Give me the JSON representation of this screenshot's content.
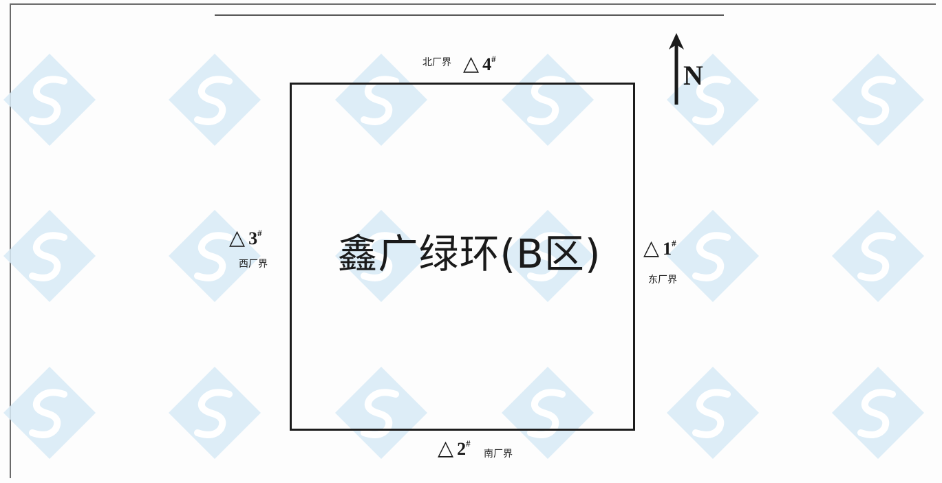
{
  "map": {
    "site_name": "鑫广绿环(B区)",
    "north_label": "N",
    "points": {
      "p1": {
        "symbol": "△",
        "number": "1",
        "mark": "#",
        "boundary": "东厂界"
      },
      "p2": {
        "symbol": "△",
        "number": "2",
        "mark": "#",
        "boundary": "南厂界"
      },
      "p3": {
        "symbol": "△",
        "number": "3",
        "mark": "#",
        "boundary": "西厂界"
      },
      "p4": {
        "symbol": "△",
        "number": "4",
        "mark": "#",
        "boundary": "北厂界"
      }
    },
    "colors": {
      "line": "#1c1c1c",
      "watermark": "#d7eaf6",
      "background": "#fdfdfd"
    },
    "icons": {
      "north": "north-arrow-icon",
      "watermark": "watermark-logo-icon"
    }
  }
}
